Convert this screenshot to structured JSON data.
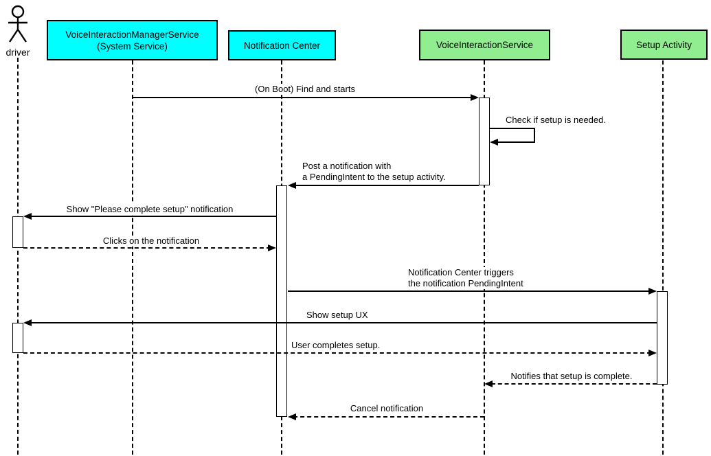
{
  "diagram": {
    "kind": "uml-sequence-diagram",
    "colors": {
      "system_service_fill": "#00FFFF",
      "app_component_fill": "#90EE90",
      "line": "#000000",
      "background": "#FFFFFF"
    },
    "participants": [
      {
        "id": "driver",
        "kind": "actor",
        "label": "driver"
      },
      {
        "id": "voice-interaction-manager-service",
        "kind": "box",
        "fill": "#00FFFF",
        "label_line1": "VoiceInteractionManagerService",
        "label_line2": "(System Service)"
      },
      {
        "id": "notification-center",
        "kind": "box",
        "fill": "#00FFFF",
        "label": "Notification Center"
      },
      {
        "id": "voice-interaction-service",
        "kind": "box",
        "fill": "#90EE90",
        "label": "VoiceInteractionService"
      },
      {
        "id": "setup-activity",
        "kind": "box",
        "fill": "#90EE90",
        "label": "Setup Activity"
      }
    ],
    "messages": [
      {
        "from": "VoiceInteractionManagerService (System Service)",
        "to": "VoiceInteractionService",
        "line": "solid",
        "label": "(On Boot) Find and starts"
      },
      {
        "from": "VoiceInteractionService",
        "to": "VoiceInteractionService",
        "line": "solid",
        "self": true,
        "label": "Check if setup is needed."
      },
      {
        "from": "VoiceInteractionService",
        "to": "Notification Center",
        "line": "solid",
        "label_line1": "Post a notification with",
        "label_line2": "a PendingIntent to the setup activity."
      },
      {
        "from": "Notification Center",
        "to": "driver",
        "line": "solid",
        "label": "Show \"Please complete setup\" notification"
      },
      {
        "from": "driver",
        "to": "Notification Center",
        "line": "dashed",
        "label": "Clicks on the notification"
      },
      {
        "from": "Notification Center",
        "to": "Setup Activity",
        "line": "solid",
        "label_line1": "Notification Center triggers",
        "label_line2": "the notification PendingIntent"
      },
      {
        "from": "Setup Activity",
        "to": "driver",
        "line": "solid",
        "label": "Show setup UX"
      },
      {
        "from": "driver",
        "to": "Setup Activity",
        "line": "dashed",
        "label": "User completes setup."
      },
      {
        "from": "Setup Activity",
        "to": "VoiceInteractionService",
        "line": "dashed",
        "label": "Notifies that setup is complete."
      },
      {
        "from": "VoiceInteractionService",
        "to": "Notification Center",
        "line": "dashed",
        "label": "Cancel notification"
      }
    ]
  }
}
